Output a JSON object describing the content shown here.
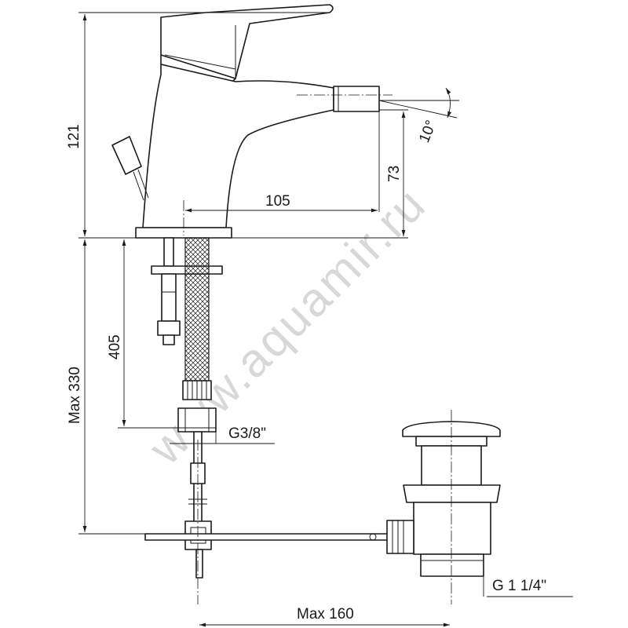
{
  "watermark": "www.aquamir.ru",
  "dimensions": {
    "height_121": "121",
    "height_73": "73",
    "reach_105": "105",
    "angle_10": "10°",
    "hose_405": "405",
    "max_330": "Max 330",
    "thread_g38": "G3/8\"",
    "thread_g114": "G 1 1/4\"",
    "max_160": "Max 160"
  },
  "colors": {
    "line": "#1a1a1a",
    "watermark": "#d8d8d8",
    "background": "#ffffff"
  }
}
